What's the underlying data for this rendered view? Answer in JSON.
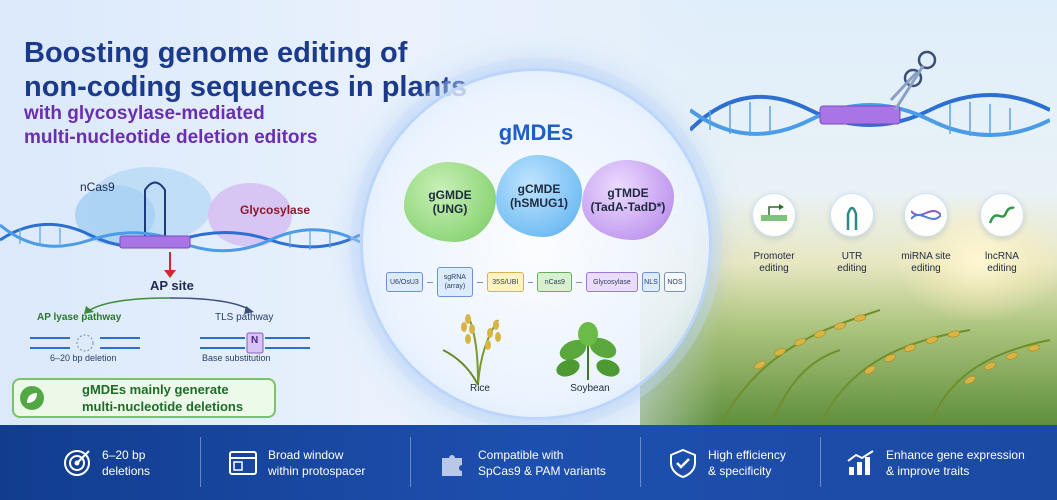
{
  "title": {
    "line1": "Boosting genome editing of",
    "line2": "non-coding sequences in plants",
    "sub1": "with glycosylase-mediated",
    "sub2": "multi-nucleotide deletion editors"
  },
  "mechanism": {
    "ncas9": "nCas9",
    "glycosylase": "Glycosylase",
    "ap_site": "AP site",
    "ap_lyase": "AP lyase pathway",
    "tls": "TLS pathway",
    "deletion": "6–20 bp deletion",
    "base_sub": "Base substitution",
    "n_letter": "N",
    "callout_line1": "gMDEs mainly generate",
    "callout_line2": "multi-nucleotide deletions"
  },
  "center": {
    "title": "gMDEs",
    "editors": [
      {
        "name": "gGMDE",
        "enzyme": "(UNG)"
      },
      {
        "name": "gCMDE",
        "enzyme": "(hSMUG1)"
      },
      {
        "name": "gTMDE",
        "enzyme": "(TadA-TadD*)"
      }
    ],
    "construct": [
      "U6/OsU3",
      "sgRNA (array)",
      "35S/UBI",
      "nCas9",
      "Glycosylase",
      "NLS",
      "NOS"
    ],
    "plants": [
      "Rice",
      "Soybean"
    ]
  },
  "applications": [
    {
      "line1": "Promoter",
      "line2": "editing"
    },
    {
      "line1": "UTR",
      "line2": "editing"
    },
    {
      "line1": "miRNA site",
      "line2": "editing"
    },
    {
      "line1": "lncRNA",
      "line2": "editing"
    }
  ],
  "features": [
    {
      "line1": "6–20 bp",
      "line2": "deletions",
      "icon": "target-icon"
    },
    {
      "line1": "Broad window",
      "line2": "within protospacer",
      "icon": "window-icon"
    },
    {
      "line1": "Compatible with",
      "line2": "SpCas9 & PAM variants",
      "icon": "puzzle-icon"
    },
    {
      "line1": "High efficiency",
      "line2": "& specificity",
      "icon": "shield-check-icon"
    },
    {
      "line1": "Enhance gene expression",
      "line2": "& improve traits",
      "icon": "growth-chart-icon"
    }
  ],
  "colors": {
    "title_blue": "#1c3a8c",
    "subtitle_purple": "#6a2fb0",
    "banner_blue": "#1b4aa3",
    "accent_green": "#52a845"
  }
}
